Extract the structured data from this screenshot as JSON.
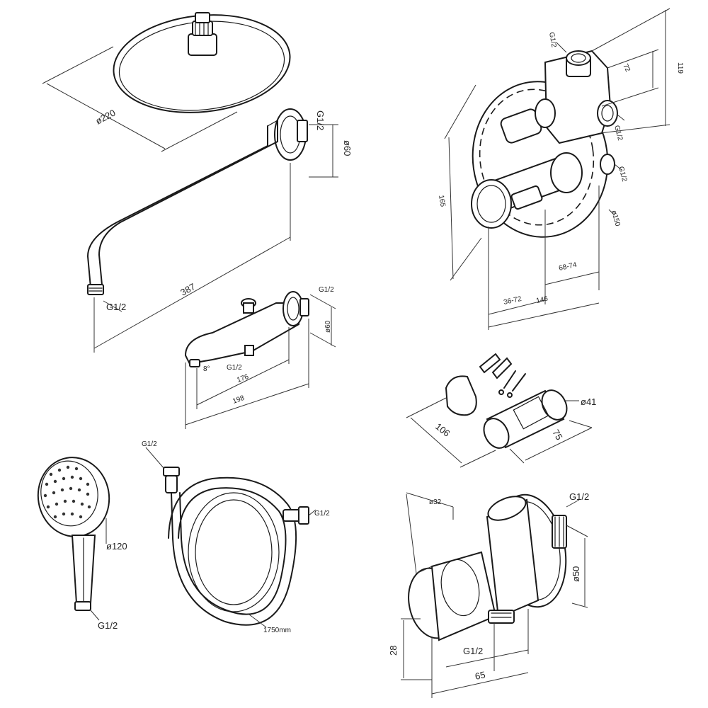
{
  "shower_head": {
    "diameter": "ø220"
  },
  "shower_arm": {
    "thread_top": "G1/2",
    "flange_diameter": "ø60",
    "length": "387",
    "thread_bottom": "G1/2"
  },
  "spout": {
    "thread": "G1/2",
    "height": "ø60",
    "angle": "8°",
    "inlet": "G1/2",
    "length_inner": "176",
    "length_outer": "198"
  },
  "hand_shower": {
    "diameter": "ø120",
    "thread": "G1/2"
  },
  "hose": {
    "thread_top": "G1/2",
    "thread_right": "G1/2",
    "length": "1750mm"
  },
  "mixer_body": {
    "thread_top": "G1/2",
    "depth": "72",
    "height_top": "119",
    "thread_right_1": "G1/2",
    "thread_right_2": "G1/2",
    "plate_height": "165",
    "plate_diameter": "ø150",
    "depth_range_1": "68-74",
    "depth_range_2": "36-72",
    "depth_range_3": "146"
  },
  "holder": {
    "diameter": "ø41",
    "length": "106",
    "width": "75"
  },
  "wall_outlet": {
    "thread": "G1/2",
    "knob_diameter": "ø32",
    "flange_diameter": "ø50",
    "height": "28",
    "inlet": "G1/2",
    "length": "65"
  }
}
